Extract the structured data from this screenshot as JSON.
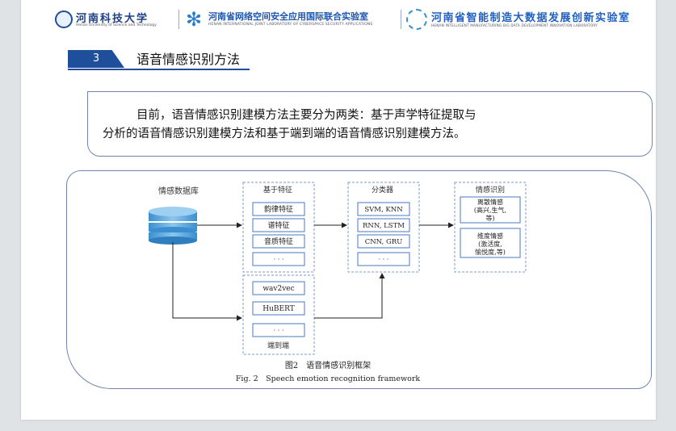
{
  "header": {
    "logo1_title": "河南科技大学",
    "logo1_subtitle": "Henan University of Science and Technology",
    "logo2_title": "河南省网络空间安全应用国际联合实验室",
    "logo2_subtitle": "HENAN INTERNATIONAL JOINT LABORATORY OF CYBERSPACE SECURITY APPLICATIONS",
    "logo3_title": "河南省智能制造大数据发展创新实验室",
    "logo3_subtitle": "HENAN INTELLIGENT MANUFACTURING BIG DATA DEVELOPMENT INNOVATION LABORATORY"
  },
  "section": {
    "number": "3",
    "title": "语音情感识别方法"
  },
  "intro": {
    "line1": "目前，语音情感识别建模方法主要分为两类：基于声学特征提取与",
    "line2": "分析的语音情感识别建模方法和基于端到端的语音情感识别建模方法。"
  },
  "figure": {
    "db_label": "情感数据库",
    "feature_group_title": "基于特征",
    "feature_items": [
      "韵律特征",
      "谱特征",
      "音质特征",
      "· · ·"
    ],
    "e2e_items": [
      "wav2vec",
      "HuBERT",
      "· · ·"
    ],
    "e2e_group_title": "端到端",
    "classifier_group_title": "分类器",
    "classifier_items": [
      "SVM, KNN",
      "RNN, LSTM",
      "CNN, GRU",
      "· · ·"
    ],
    "recognition_group_title": "情感识别",
    "discrete_label": [
      "离散情感",
      "(高兴,生气,",
      "等)"
    ],
    "dimension_label": [
      "维度情感",
      "(激活度,",
      "愉悦度,等)"
    ],
    "caption_cn": "图2　语音情感识别框架",
    "caption_en": "Fig. 2　Speech emotion recognition framework"
  },
  "colors": {
    "accent": "#1f4e9a",
    "box_border": "#4a78c0",
    "dashed_border": "#7b97cc"
  }
}
